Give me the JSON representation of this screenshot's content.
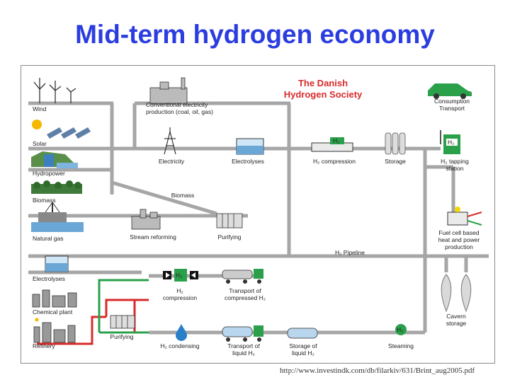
{
  "slide": {
    "title": "Mid-term hydrogen economy",
    "source_url": "http://www.investindk.com/db/filarkiv/631/Brint_aug2005.pdf"
  },
  "diagram": {
    "publisher": [
      "The Danish",
      "Hydrogen Society"
    ],
    "sources": {
      "wind": "Wind",
      "solar": "Solar",
      "hydropower": "Hydropower",
      "biomass": "Biomass",
      "natural_gas": "Natural gas",
      "electrolyses": "Electrolyses",
      "chemical_plant": "Chemical plant",
      "refinery": "Refinery"
    },
    "nodes": {
      "conventional": [
        "Conventional electricity",
        "production (coal, oil, gas)"
      ],
      "electricity": "Electricity",
      "electrolyses": "Electrolyses",
      "h2_compression": "H₂ compression",
      "storage": "Storage",
      "tapping_station": [
        "H₂ tapping",
        "station"
      ],
      "consumption": [
        "Consumption",
        "Transport"
      ],
      "biomass": "Biomass",
      "stream_reforming": "Stream reforming",
      "purifying": "Purifying",
      "fuel_cell": [
        "Fuel cell based",
        "heat and power",
        "production"
      ],
      "h2_pipeline": "H₂ Pipeline",
      "h2_compression_2": [
        "H₂",
        "compression"
      ],
      "transport_compressed": [
        "Transport of",
        "compressed H₂"
      ],
      "purifying_2": "Purifying",
      "h2_condensing": "H₂ condensing",
      "transport_liquid": [
        "Transport of",
        "liquid H₂"
      ],
      "storage_liquid": [
        "Storage of",
        "liquid H₂"
      ],
      "steaming": "Steaming",
      "cavern_storage": [
        "Cavern",
        "storage"
      ],
      "h2_badge": "H₂"
    },
    "colors": {
      "pipe": "#a6a6a6",
      "accent_red": "#d82b2b",
      "accent_green": "#2aa04a",
      "title_blue": "#2b3de0"
    }
  }
}
